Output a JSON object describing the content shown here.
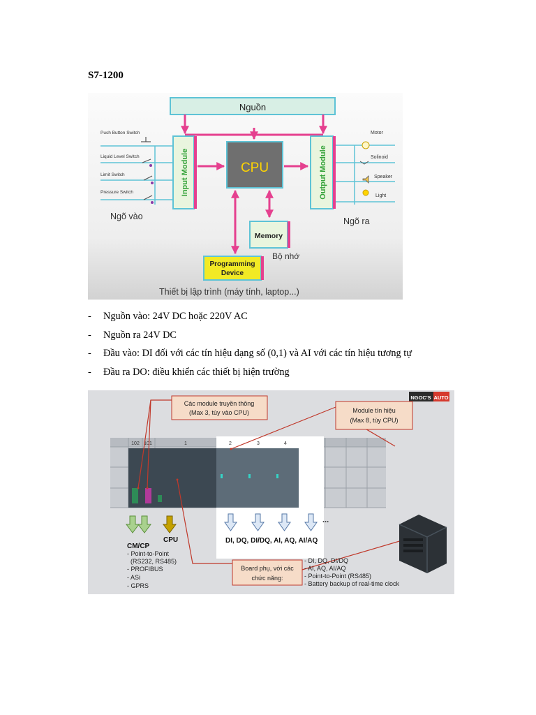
{
  "heading": "S7-1200",
  "diagram1": {
    "power": "Nguồn",
    "cpu": "CPU",
    "input_module": "Input Module",
    "output_module": "Output Module",
    "memory": "Memory",
    "programming_device": [
      "Programming",
      "Device"
    ],
    "input_label": "Ngõ vào",
    "output_label": "Ngõ ra",
    "memory_label": "Bộ nhớ",
    "caption": "Thiết bị lập trình (máy tính, laptop...)",
    "inputs": [
      "Push Button Switch",
      "Liquid Level Switch",
      "Limit Switch",
      "Pressure Switch"
    ],
    "outputs": [
      "Motor",
      "Solinoid",
      "Speaker",
      "Light"
    ]
  },
  "bullets": [
    "Nguồn vào: 24V DC hoặc 220V AC",
    "Nguồn ra 24V DC",
    "Đầu vào: DI đối với các tín hiệu dạng số (0,1) và AI với các tín hiệu tương tự",
    "Đầu ra DO: điều khiển các thiết bị hiện trường"
  ],
  "diagram2": {
    "brand": [
      "NGOC'S",
      "AUTO"
    ],
    "comm_callout": [
      "Các module truyền thông",
      "(Max 3, tùy vào CPU)"
    ],
    "signal_callout": [
      "Module tín hiệu",
      "(Max 8, tùy CPU)"
    ],
    "slots": [
      "102",
      "101",
      "1",
      "2",
      "3",
      "4"
    ],
    "cmcp_title": "CM/CP",
    "cmcp_items": [
      "- Point-to-Point",
      "(RS232, RS485)",
      "- PROFIBUS",
      "- ASi",
      "- GPRS"
    ],
    "cpu_label": "CPU",
    "sm_label": "DI, DQ, DI/DQ, AI, AQ, AI/AQ",
    "ellipsis": "...",
    "board_callout": [
      "Board phụ, với các",
      "chức năng:"
    ],
    "board_items": [
      "- DI, DQ, DI/DQ",
      "- AI, AQ, AI/AQ",
      "- Point-to-Point (RS485)",
      "- Battery backup of real-time clock"
    ]
  }
}
